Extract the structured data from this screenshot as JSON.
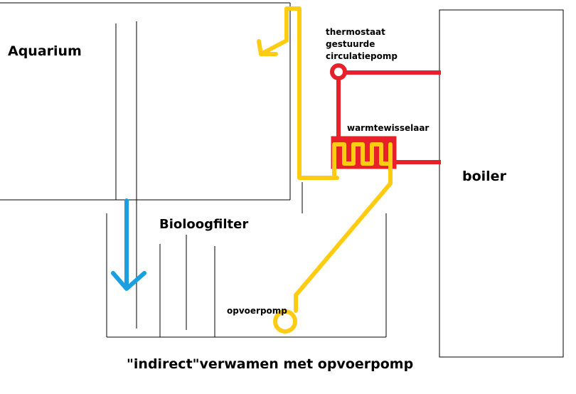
{
  "labels": {
    "aquarium": "Aquarium",
    "boiler": "boiler",
    "biofilter": "Bioloogfilter",
    "thermostat_line1": "thermostaat",
    "thermostat_line2": "gestuurde",
    "thermostat_line3": "circulatiepomp",
    "heat_exchanger": "warmtewisselaar",
    "lift_pump": "opvoerpomp",
    "caption": "\"indirect\"verwamen met opvoerpomp"
  },
  "colors": {
    "water_circuit": "#ffcc11",
    "heating_circuit": "#e8202a",
    "overflow_arrow": "#1a9fe0",
    "outline": "#000000"
  }
}
